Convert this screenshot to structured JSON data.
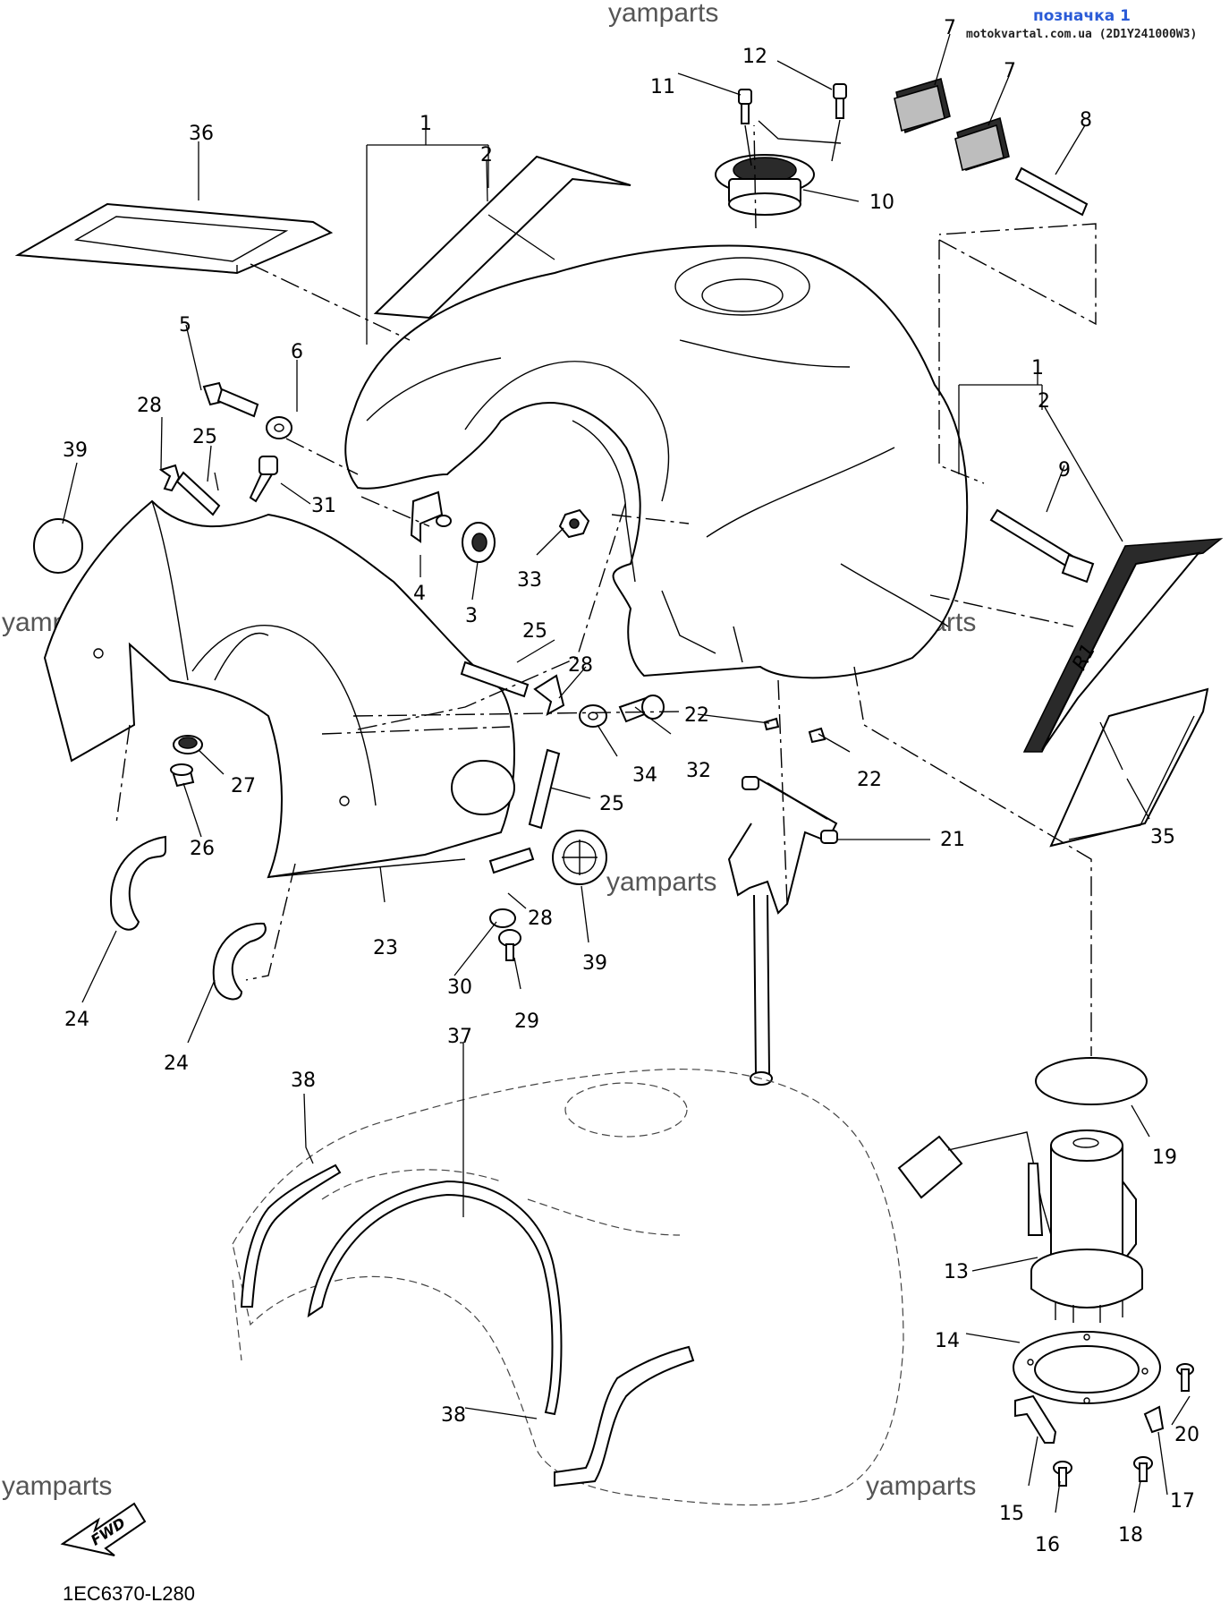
{
  "header": {
    "stamp_title": "позначка 1",
    "stamp_sub": "motokvartal.com.ua (2D1Y241000W3)"
  },
  "watermarks": [
    "yamparts",
    "yamparts",
    "yamparts",
    "yamparts",
    "yamparts",
    "yamparts"
  ],
  "footer": {
    "diagram_code": "1EC6370-L280"
  },
  "fwd_label": "FWD",
  "decal_text": "R1",
  "callouts": [
    "1",
    "2",
    "1",
    "2",
    "3",
    "4",
    "5",
    "6",
    "7",
    "7",
    "8",
    "9",
    "10",
    "11",
    "12",
    "13",
    "14",
    "15",
    "16",
    "17",
    "18",
    "19",
    "20",
    "21",
    "22",
    "22",
    "23",
    "24",
    "24",
    "25",
    "25",
    "25",
    "26",
    "27",
    "28",
    "28",
    "28",
    "29",
    "30",
    "31",
    "32",
    "33",
    "34",
    "35",
    "36",
    "37",
    "38",
    "38",
    "39",
    "39"
  ]
}
